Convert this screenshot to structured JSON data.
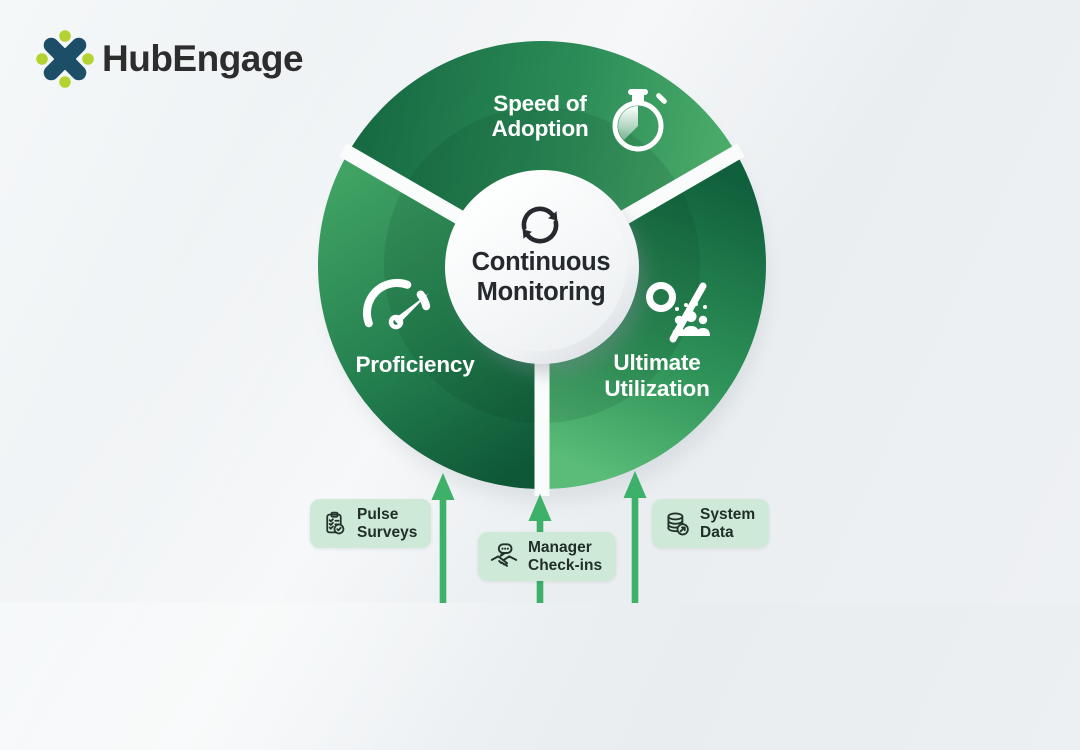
{
  "brand": {
    "name": "HubEngage",
    "icon": "hubengage-logo-icon"
  },
  "diagram": {
    "center": {
      "label_line1": "Continuous",
      "label_line2": "Monitoring",
      "icon": "refresh-cycle-icon"
    },
    "segments": [
      {
        "id": "speed-of-adoption",
        "label_line1": "Speed of",
        "label_line2": "Adoption",
        "icon": "stopwatch-icon"
      },
      {
        "id": "proficiency",
        "label_line1": "Proficiency",
        "label_line2": "",
        "icon": "gauge-icon"
      },
      {
        "id": "ultimate-utilization",
        "label_line1": "Ultimate",
        "label_line2": "Utilization",
        "icon": "percent-people-icon"
      }
    ],
    "sources": [
      {
        "id": "pulse-surveys",
        "label_line1": "Pulse",
        "label_line2": "Surveys",
        "icon": "clipboard-checklist-icon"
      },
      {
        "id": "manager-check-ins",
        "label_line1": "Manager",
        "label_line2": "Check-ins",
        "icon": "handshake-chat-icon"
      },
      {
        "id": "system-data",
        "label_line1": "System",
        "label_line2": "Data",
        "icon": "database-trend-icon"
      }
    ]
  },
  "colors": {
    "brand_navy": "#1d4e68",
    "brand_lime": "#b5d233",
    "wedge_dark": "#0e5737",
    "wedge_mid": "#2c8f58",
    "wedge_light": "#54b975",
    "separator_white": "#fafcfc",
    "arrow_green": "#3db069",
    "chip_background": "#cfe9d8",
    "chip_text": "#1f2e26",
    "segment_label": "#ffffff",
    "center_text": "#25292d",
    "background": "#edf1f3"
  }
}
